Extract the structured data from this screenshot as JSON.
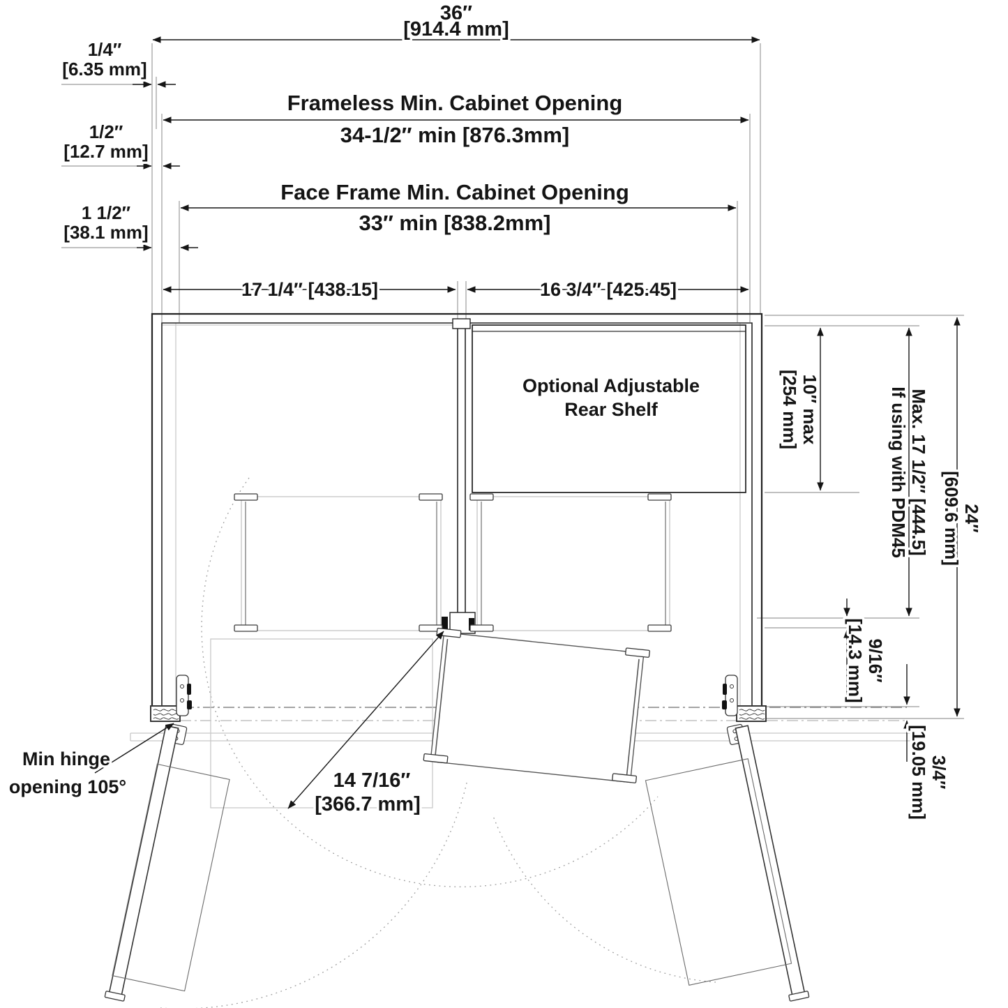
{
  "title": "Blind corner cabinet opening plan diagram",
  "colors": {
    "line": "#1a1a1a",
    "phantom": "#c8c8c8",
    "centerline": "#6e6e6e"
  },
  "dimensions": {
    "overall_width": {
      "inches": "36″",
      "mm": "[914.4 mm]"
    },
    "reveal_quarter": {
      "inches": "1/4″",
      "mm": "[6.35 mm]"
    },
    "reveal_half": {
      "inches": "1/2″",
      "mm": "[12.7 mm]"
    },
    "reveal_one_half": {
      "inches": "1 1/2″",
      "mm": "[38.1 mm]"
    },
    "frameless_opening": {
      "title": "Frameless Min. Cabinet Opening",
      "value": "34-1/2″ min [876.3mm]"
    },
    "face_frame_opening": {
      "title": "Face Frame Min. Cabinet Opening",
      "value": "33″ min [838.2mm]"
    },
    "left_section": "17 1/4″ [438.15]",
    "right_section": "16 3/4″ [425.45]",
    "shelf_depth": {
      "inches": "10″ max",
      "mm": "[254 mm]"
    },
    "max_depth_pdm45": {
      "line1": "Max. 17 1/2″ [444.5]",
      "line2_prefix": "If using with ",
      "line2_bold": "PDM45"
    },
    "cabinet_depth": {
      "inches": "24″",
      "mm": "[609.6 mm]"
    },
    "rear_gap": {
      "inches": "9/16″",
      "mm": "[14.3 mm]"
    },
    "front_thickness": {
      "inches": "3/4″",
      "mm": "[19.05 mm]"
    },
    "swing_radius": {
      "inches": "14 7/16″",
      "mm": "[366.7 mm]"
    }
  },
  "annotations": {
    "rear_shelf": {
      "line1": "Optional Adjustable",
      "line2": "Rear Shelf"
    },
    "hinge_note": {
      "line1": "Min hinge",
      "line2": "opening 105°"
    }
  }
}
